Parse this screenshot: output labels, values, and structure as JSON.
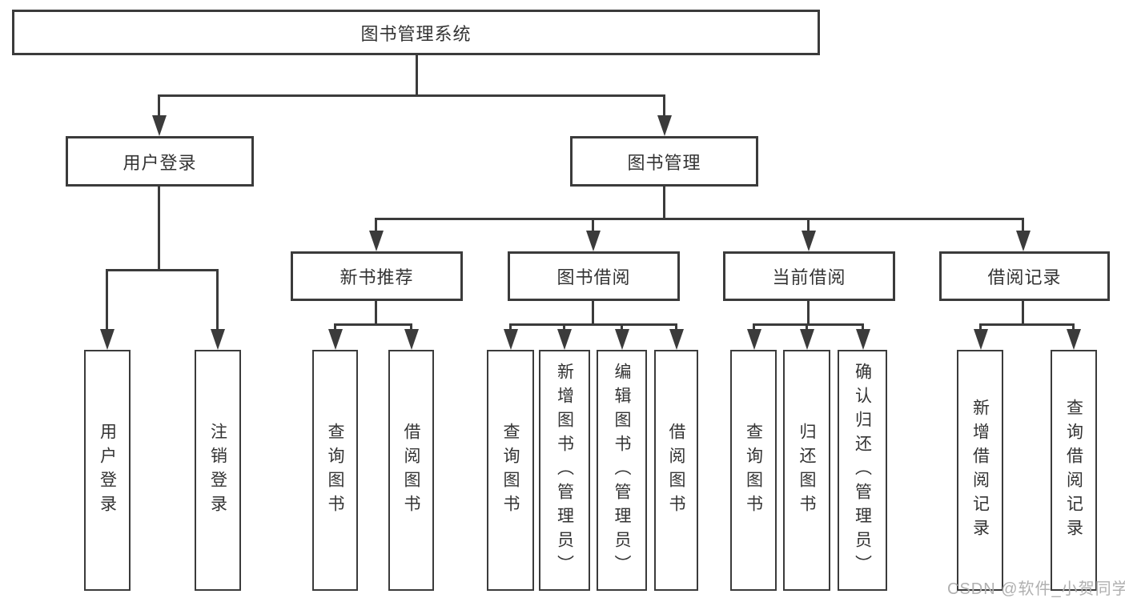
{
  "diagram": {
    "title": "图书管理系统",
    "root": {
      "label": "图书管理系统"
    },
    "level2": [
      {
        "id": "user-login",
        "label": "用户登录"
      },
      {
        "id": "book-management",
        "label": "图书管理"
      }
    ],
    "level3": [
      {
        "id": "new-book-recommend",
        "label": "新书推荐"
      },
      {
        "id": "book-borrow",
        "label": "图书借阅"
      },
      {
        "id": "current-borrow",
        "label": "当前借阅"
      },
      {
        "id": "borrow-records",
        "label": "借阅记录"
      }
    ],
    "leaves": [
      {
        "id": "user-login",
        "parent": "user-login",
        "label": "用户登录"
      },
      {
        "id": "logout",
        "parent": "user-login",
        "label": "注销登录"
      },
      {
        "id": "query-books-1",
        "parent": "new-book-recommend",
        "label": "查询图书"
      },
      {
        "id": "borrow-books-1",
        "parent": "new-book-recommend",
        "label": "借阅图书"
      },
      {
        "id": "query-books-2",
        "parent": "book-borrow",
        "label": "查询图书"
      },
      {
        "id": "add-book-admin",
        "parent": "book-borrow",
        "label": "新增图书（管理员）"
      },
      {
        "id": "edit-book-admin",
        "parent": "book-borrow",
        "label": "编辑图书（管理员）"
      },
      {
        "id": "borrow-books-2",
        "parent": "book-borrow",
        "label": "借阅图书"
      },
      {
        "id": "query-books-3",
        "parent": "current-borrow",
        "label": "查询图书"
      },
      {
        "id": "return-book",
        "parent": "current-borrow",
        "label": "归还图书"
      },
      {
        "id": "confirm-return-admin",
        "parent": "current-borrow",
        "label": "确认归还（管理员）"
      },
      {
        "id": "add-borrow-record",
        "parent": "borrow-records",
        "label": "新增借阅记录"
      },
      {
        "id": "query-borrow-record",
        "parent": "borrow-records",
        "label": "查询借阅记录"
      }
    ],
    "watermark": "CSDN @软件_小贺同学",
    "colors": {
      "line": "#3b3b3b",
      "text": "#333333",
      "watermark": "#b0b0b0",
      "background": "#ffffff"
    }
  }
}
